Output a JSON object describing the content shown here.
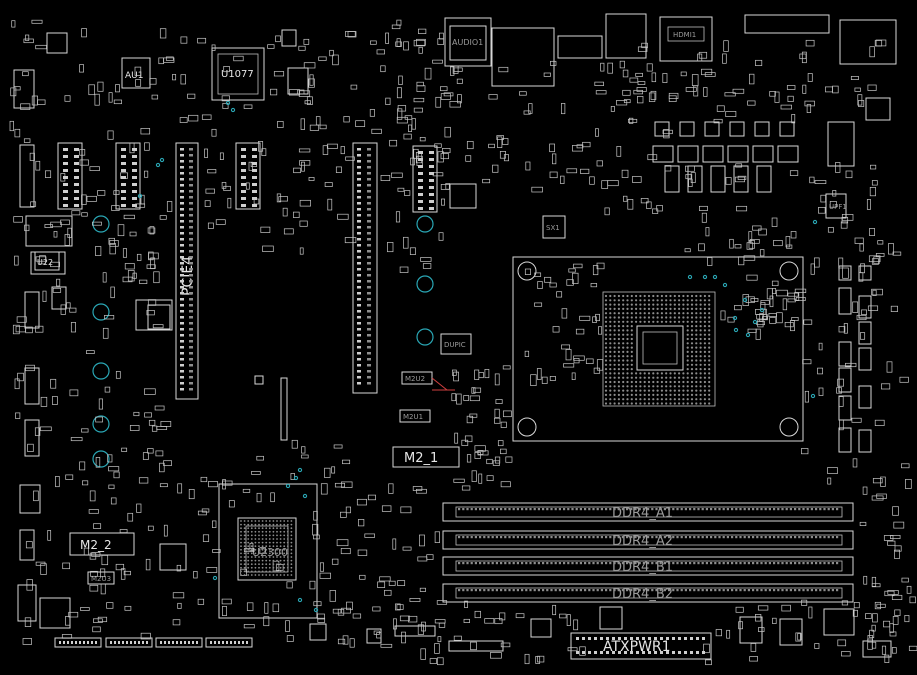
{
  "labels": {
    "pcie": "PCIE4",
    "au1": "AU1",
    "u1077": "U1077",
    "audio1": "AUDIO1",
    "hdmi": "HDMI1",
    "m2_1": "M2_1",
    "m2_2": "M2_2",
    "m2u1": "M2U1",
    "m2u2": "M2U2",
    "m2u3": "M2U3",
    "u22": "U22",
    "dupic": "DUPIC",
    "u2300": "U2300",
    "atxpwr": "ATXPWR1",
    "ddr_a1": "DDR4_A1",
    "ddr_a2": "DDR4_A2",
    "ddr_b1": "DDR4_B1",
    "ddr_b2": "DDR4_B2",
    "upf": "UPF1",
    "sx1": "SX1"
  },
  "colors": {
    "background": "#000000",
    "silkscreen": "#d8d8d8",
    "via": "#2aa7b5"
  }
}
